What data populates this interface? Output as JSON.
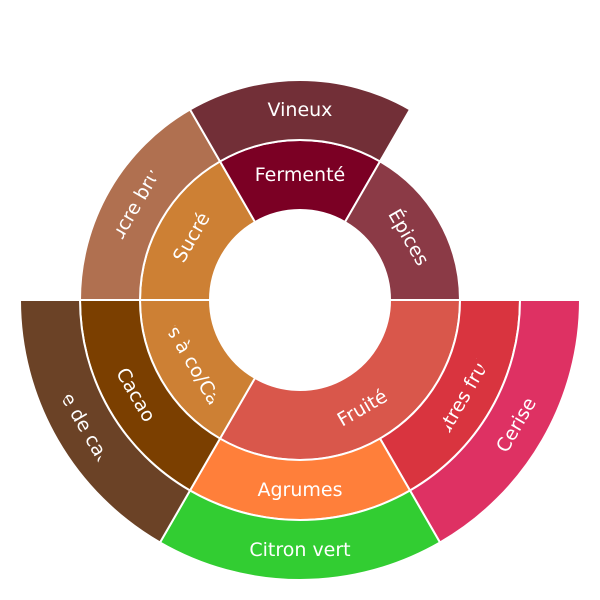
{
  "chart_data": {
    "type": "sunburst",
    "title": "",
    "segments": [
      {
        "label": "Fruité",
        "level": 1,
        "start_deg": 0,
        "end_deg": 120,
        "color": "#d9574b"
      },
      {
        "label": "ts à co/Ca",
        "level": 1,
        "start_deg": 120,
        "end_deg": 180,
        "color": "#cd8034"
      },
      {
        "label": "Sucré",
        "level": 1,
        "start_deg": 180,
        "end_deg": 240,
        "color": "#cd8034"
      },
      {
        "label": "Fermenté",
        "level": 1,
        "start_deg": 240,
        "end_deg": 300,
        "color": "#7b0024"
      },
      {
        "label": "Épices",
        "level": 1,
        "start_deg": 300,
        "end_deg": 360,
        "color": "#8b3a46"
      },
      {
        "label": "Autres fruits",
        "level": 2,
        "start_deg": 0,
        "end_deg": 60,
        "color": "#d9343f"
      },
      {
        "label": "Agrumes",
        "level": 2,
        "start_deg": 60,
        "end_deg": 120,
        "color": "#ff7f3a"
      },
      {
        "label": "Cacao",
        "level": 2,
        "start_deg": 120,
        "end_deg": 180,
        "color": "#7b3f00"
      },
      {
        "label": "Sucre brun",
        "level": 2,
        "start_deg": 180,
        "end_deg": 240,
        "color": "#b07050"
      },
      {
        "label": "Vineux",
        "level": 2,
        "start_deg": 240,
        "end_deg": 300,
        "color": "#722f37"
      },
      {
        "label": "Cerise",
        "level": 3,
        "start_deg": 0,
        "end_deg": 60,
        "color": "#de3163"
      },
      {
        "label": "Citron vert",
        "level": 3,
        "start_deg": 60,
        "end_deg": 120,
        "color": "#32cd32"
      },
      {
        "label": "Fève de cacao",
        "level": 3,
        "start_deg": 120,
        "end_deg": 180,
        "color": "#6b4226"
      }
    ]
  }
}
